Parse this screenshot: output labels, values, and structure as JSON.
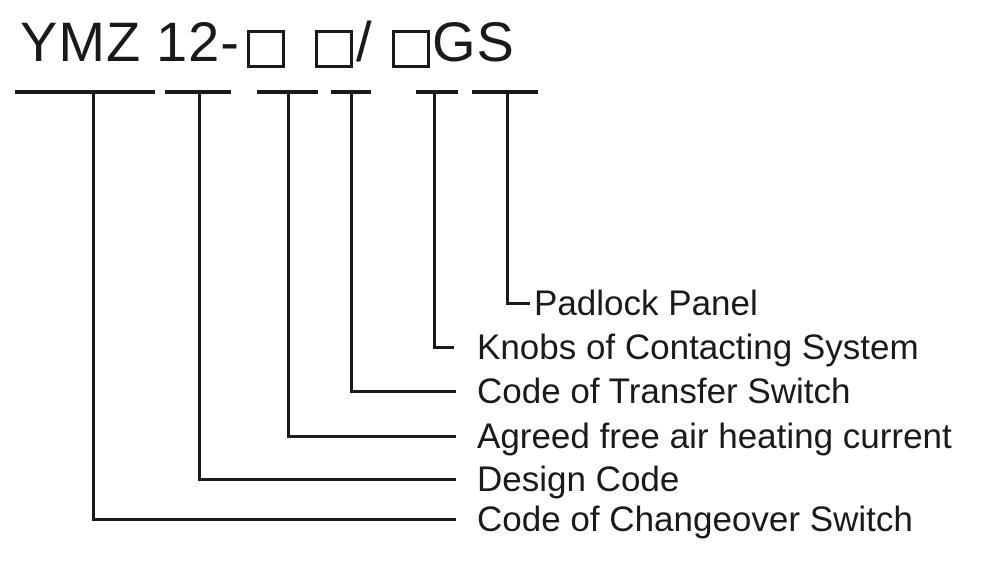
{
  "title": {
    "part1": "YMZ",
    "part2": "12-",
    "slash": "/",
    "part3": "GS",
    "placeholder_boxes": 3
  },
  "labels": [
    {
      "text": "Padlock Panel"
    },
    {
      "text": "Knobs of Contacting System"
    },
    {
      "text": "Code of Transfer Switch"
    },
    {
      "text": "Agreed free air heating current"
    },
    {
      "text": "Design Code"
    },
    {
      "text": "Code of Changeover Switch"
    }
  ],
  "colors": {
    "ink": "#1a1a1a",
    "background": "#ffffff"
  }
}
